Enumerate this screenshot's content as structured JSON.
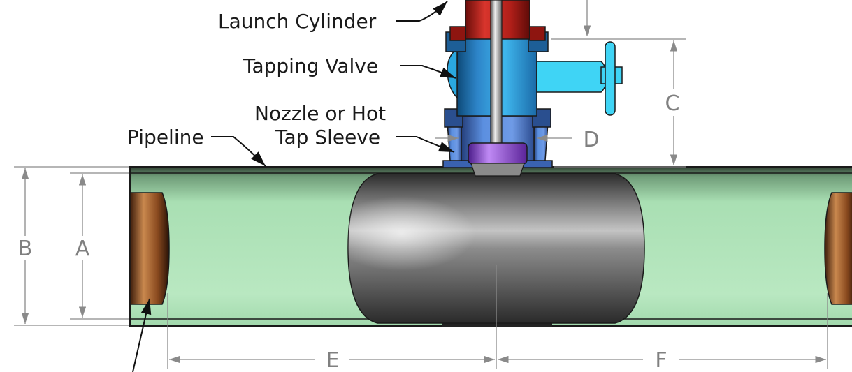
{
  "labels": {
    "launch_cylinder": "Launch Cylinder",
    "tapping_valve": "Tapping Valve",
    "nozzle_line1": "Nozzle or Hot",
    "nozzle_line2": "Tap Sleeve",
    "pipeline": "Pipeline"
  },
  "dimensions": {
    "a": "A",
    "b": "B",
    "c": "C",
    "d": "D",
    "e": "E",
    "f": "F"
  },
  "colors": {
    "pipe": "#a9dfb3",
    "launch_cylinder": "#c0251f",
    "tapping_valve": "#3fd4f5",
    "sleeve": "#5b8fe0",
    "plug": "#9b4fe0",
    "tank": "#8c8c8c",
    "end_caps": "#8a4a1f",
    "dimension_lines": "#8a8a8a"
  }
}
